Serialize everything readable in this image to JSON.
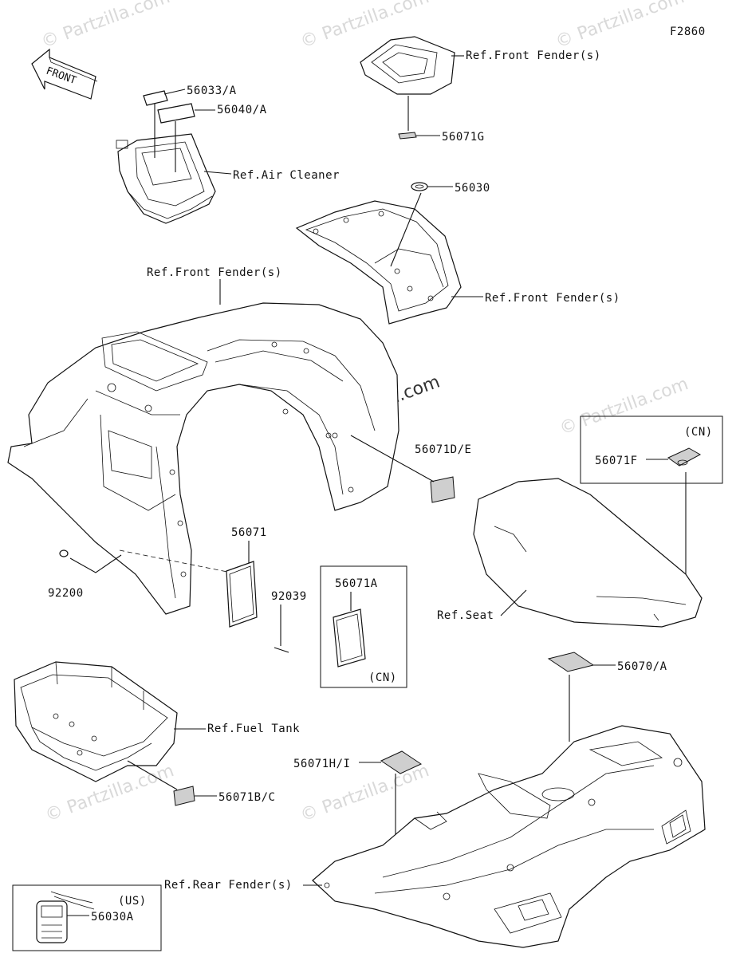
{
  "diagram_id": "F2860",
  "front_arrow": "FRONT",
  "labels": {
    "p56033a": "56033/A",
    "p56040a": "56040/A",
    "ref_air_cleaner": "Ref.Air Cleaner",
    "ref_front_fender_top": "Ref.Front Fender(s)",
    "p56071g": "56071G",
    "p56030": "56030",
    "ref_front_fender_mid": "Ref.Front Fender(s)",
    "ref_front_fender_main": "Ref.Front Fender(s)",
    "p56071de": "56071D/E",
    "p56071f": "56071F",
    "cn_top": "(CN)",
    "p56071": "56071",
    "p92200": "92200",
    "p92039": "92039",
    "p56071a": "56071A",
    "cn_mid": "(CN)",
    "ref_seat": "Ref.Seat",
    "p56070a": "56070/A",
    "ref_fuel_tank": "Ref.Fuel Tank",
    "p56071hi": "56071H/I",
    "p56071bc": "56071B/C",
    "ref_rear_fender": "Ref.Rear Fender(s)",
    "us": "(US)",
    "p56030a": "56030A"
  },
  "watermarks": {
    "brand": "© Partzilla.com",
    "center": "©Partzilla.com"
  }
}
